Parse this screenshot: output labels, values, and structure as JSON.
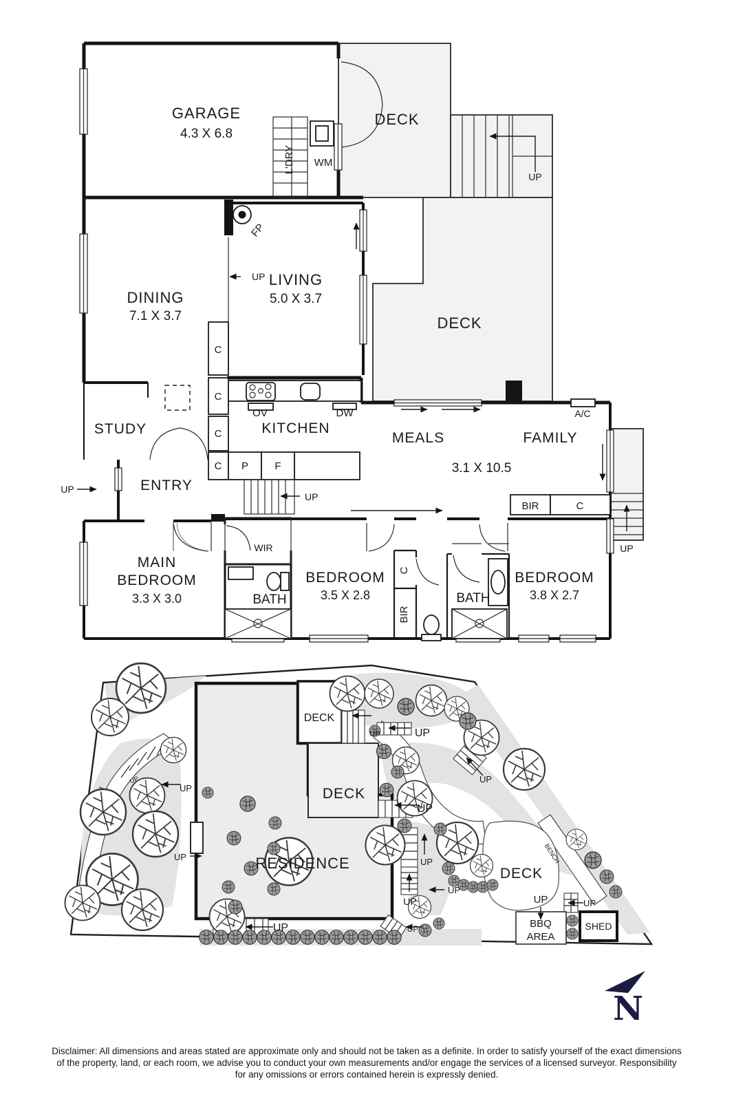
{
  "floor_plan": {
    "garage": {
      "name": "GARAGE",
      "dims": "4.3 X 6.8"
    },
    "dining": {
      "name": "DINING",
      "dims": "7.1 X 3.7"
    },
    "living": {
      "name": "LIVING",
      "dims": "5.0 X 3.7"
    },
    "kitchen": {
      "name": "KITCHEN"
    },
    "meals": {
      "name": "MEALS"
    },
    "family": {
      "name": "FAMILY",
      "dims": "3.1 X 10.5"
    },
    "study": {
      "name": "STUDY"
    },
    "entry": {
      "name": "ENTRY"
    },
    "main_bedroom": {
      "line1": "MAIN",
      "line2": "BEDROOM",
      "dims": "3.3 X 3.0"
    },
    "bedroom2": {
      "name": "BEDROOM",
      "dims": "3.5 X 2.8"
    },
    "bedroom3": {
      "name": "BEDROOM",
      "dims": "3.8 X 2.7"
    },
    "fixtures": {
      "laundry": "L'DRY",
      "washing_machine": "WM",
      "fireplace": "FP",
      "oven": "OV",
      "dishwasher": "DW",
      "pantry": "P",
      "fridge": "F",
      "air_con": "A/C",
      "built_in_robe": "BIR",
      "walk_in_robe": "WIR",
      "cupboard": "C",
      "bath": "BATH"
    }
  },
  "site_plan": {
    "residence": "RESIDENCE",
    "bbq_line1": "BBQ",
    "bbq_line2": "AREA",
    "shed": "SHED",
    "bench": "BENCH"
  },
  "shared": {
    "up": "UP",
    "deck": "DECK"
  },
  "compass": {
    "north": "N"
  },
  "disclaimer": {
    "line1": "Disclaimer: All dimensions and areas stated are approximate only and should not be taken as a definite. In order to satisfy yourself of the exact dimensions",
    "line2": "of the property, land, or each room, we advise you to conduct your own measurements and/or engage the services of a licensed surveyor. Responsibility",
    "line3": "for any omissions or errors contained herein is expressly denied."
  }
}
